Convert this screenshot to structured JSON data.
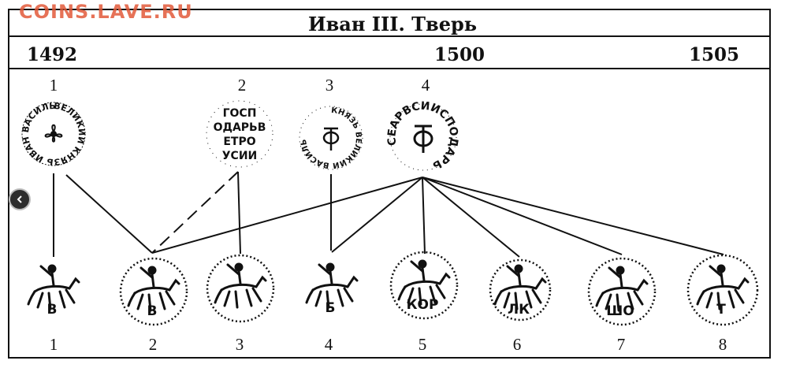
{
  "watermark": "COINS.LAVE.RU",
  "table": {
    "title": "Иван III.  Тверь",
    "years": [
      "1492",
      "1500",
      "1505"
    ]
  },
  "stamps": [
    {
      "label": "1",
      "lines": [],
      "ring_text": "ВЕЛИКИИ КНЯЗЬ ИВАН ВАСИЛЬЕВИЧ"
    },
    {
      "label": "2",
      "lines": [
        "ГОСП",
        "ОДАРЬВ",
        "ЕТРО",
        "УСИИ"
      ]
    },
    {
      "label": "3",
      "lines": [],
      "ring_text": "КНЯЗЬ ВЕЛИКИИ ВАСИЛЬ"
    },
    {
      "label": "4",
      "lines": [],
      "ring_text": "СЕАРВСИИСПОДАРЬ"
    }
  ],
  "coins": [
    {
      "label": "1",
      "inscription": "В"
    },
    {
      "label": "2",
      "inscription": "В"
    },
    {
      "label": "3",
      "inscription": ""
    },
    {
      "label": "4",
      "inscription": "Б"
    },
    {
      "label": "5",
      "inscription": "КОР"
    },
    {
      "label": "6",
      "inscription": "ЛК"
    },
    {
      "label": "7",
      "inscription": "ШО"
    },
    {
      "label": "8",
      "inscription": "Т"
    }
  ],
  "nav": {
    "icon": "chevron-left-icon"
  }
}
